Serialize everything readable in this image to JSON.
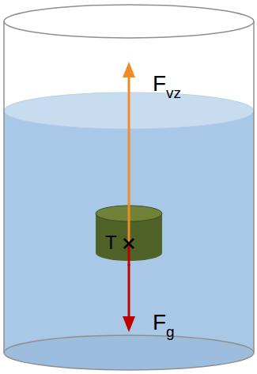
{
  "diagram": {
    "nodes": [
      {
        "text": [
          "T"
        ]
      }
    ],
    "labels": [
      "F",
      "vz",
      "F",
      "g"
    ]
  }
}
